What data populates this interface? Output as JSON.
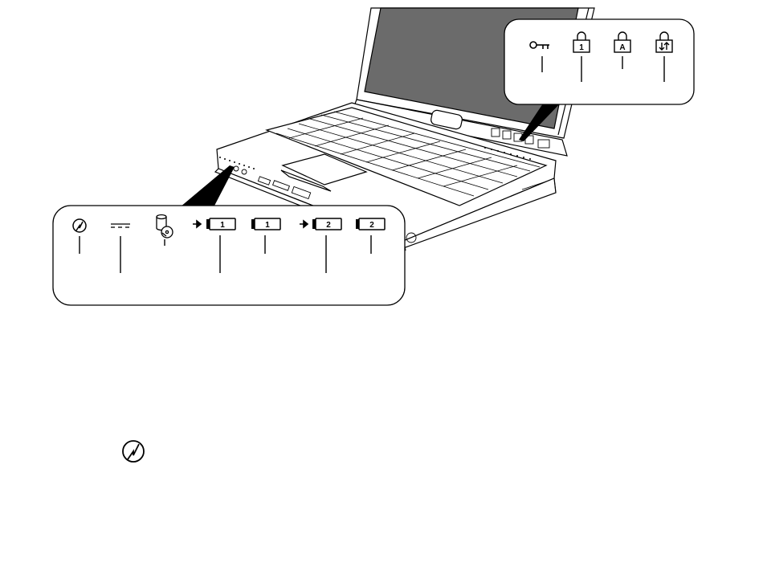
{
  "diagram": {
    "top_callout": {
      "indicators": [
        {
          "name": "key-icon",
          "label": ""
        },
        {
          "name": "num-lock-icon",
          "label": "1"
        },
        {
          "name": "caps-lock-icon",
          "label": "A"
        },
        {
          "name": "scroll-lock-icon",
          "label": ""
        }
      ]
    },
    "bottom_callout": {
      "indicators": [
        {
          "name": "power-icon",
          "label": ""
        },
        {
          "name": "dc-in-icon",
          "label": ""
        },
        {
          "name": "drive-access-icon",
          "label": ""
        },
        {
          "name": "battery-1-charging-icon",
          "label": "1"
        },
        {
          "name": "battery-1-icon",
          "label": "1"
        },
        {
          "name": "battery-2-charging-icon",
          "label": "2"
        },
        {
          "name": "battery-2-icon",
          "label": "2"
        }
      ]
    },
    "standalone": {
      "name": "power-icon",
      "label": ""
    },
    "colors": {
      "line": "#000000",
      "screen": "#6b6b6b",
      "background": "#ffffff"
    }
  }
}
